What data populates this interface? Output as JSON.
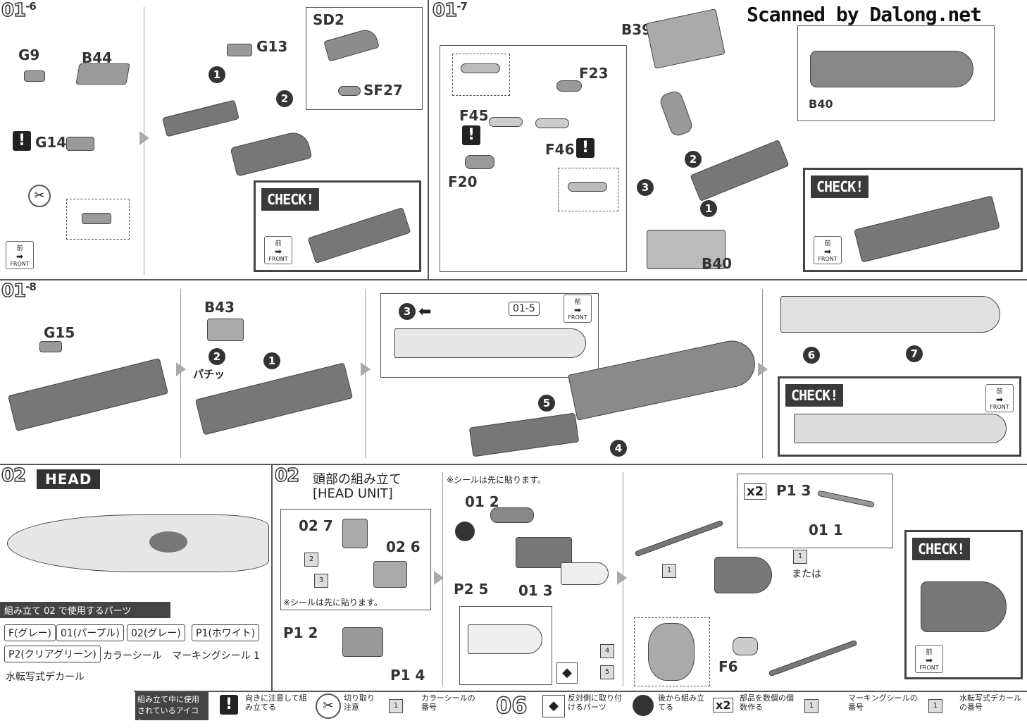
{
  "watermark": "Scanned by Dalong.net",
  "steps": {
    "s01_6": {
      "num": "01",
      "sub": "-6",
      "parts": {
        "g9": "G9",
        "b44": "B44",
        "g13": "G13",
        "g14": "G14",
        "sd2": "SD2",
        "sf27": "SF27"
      },
      "callouts": [
        "1",
        "2"
      ]
    },
    "s01_7": {
      "num": "01",
      "sub": "-7",
      "parts": {
        "b39": "B39",
        "f23": "F23",
        "f45": "F45",
        "f46": "F46",
        "f20": "F20",
        "b40a": "B40",
        "b40b": "B40"
      },
      "callouts": [
        "1",
        "2",
        "3"
      ]
    },
    "s01_8": {
      "num": "01",
      "sub": "-8",
      "parts": {
        "g15": "G15",
        "b43": "B43",
        "ref": "01-5"
      },
      "snap": "パチッ",
      "callouts": [
        "1",
        "2",
        "3",
        "4",
        "5",
        "6",
        "7"
      ]
    },
    "s02": {
      "num": "02",
      "title": "HEAD",
      "parts_heading": "組み立て 02 で使用するパーツ",
      "parts_list": [
        "F(グレー)",
        "01(パープル)",
        "02(グレー)",
        "P1(ホワイト)",
        "P2(クリアグリーン)"
      ],
      "color_sticker": "カラーシール",
      "marking_sticker": "マーキングシール 1",
      "decal": "水転写式デカール"
    },
    "s02_head": {
      "num": "02",
      "title_jp": "頭部の組み立て",
      "title_en": "[HEAD UNIT]",
      "note": "※シールは先に貼ります。",
      "parts": {
        "o27": "02 7",
        "o26": "02 6",
        "p12": "P1 2",
        "p14": "P1 4",
        "o12": "01 2",
        "p25": "P2 5",
        "o13": "01 3",
        "p13": "P1 3",
        "o11": "01 1",
        "f6": "F6",
        "x2": "x2",
        "or": "または"
      },
      "stickers": [
        "2",
        "3",
        "4",
        "5",
        "1"
      ]
    }
  },
  "check_label": "CHECK!",
  "front_label": "FRONT",
  "front_kanji": "前",
  "legend": {
    "title": "組み立て中に使用されているアイコン",
    "items": [
      {
        "icon": "!",
        "text": "向きに注意して組み立てる"
      },
      {
        "icon": "cut",
        "text": "切り取り注意"
      },
      {
        "icon": "1",
        "text": "カラーシールの番号"
      },
      {
        "icon": "06",
        "text": "反対側に取り付けるパーツ"
      },
      {
        "icon": "later",
        "text": "後から組み立てる"
      },
      {
        "icon": "x2",
        "text": "部品を数個の個数作る"
      },
      {
        "icon": "1m",
        "text": "マーキングシールの番号"
      },
      {
        "icon": "1d",
        "text": "水転写式デカールの番号"
      }
    ],
    "page_num": "06"
  }
}
